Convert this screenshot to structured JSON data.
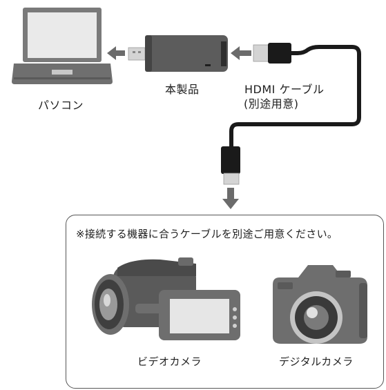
{
  "labels": {
    "pc": "パソコン",
    "product": "本製品",
    "cable_line1": "HDMI ケーブル",
    "cable_line2": "(別途用意)",
    "note": "※接続する機器に合うケーブルを別途ご用意ください。",
    "camcorder": "ビデオカメラ",
    "camera": "デジタルカメラ"
  },
  "icons": [
    "laptop-icon",
    "capture-device-icon",
    "usb-plug-icon",
    "hdmi-plug-icon",
    "arrow-left-icon",
    "arrow-down-icon",
    "camcorder-icon",
    "dslr-camera-icon"
  ],
  "colors": {
    "device": "#555555",
    "cable": "#1a1a1a",
    "arrow": "#6b6b6b",
    "plug": "#cfcfcf"
  }
}
